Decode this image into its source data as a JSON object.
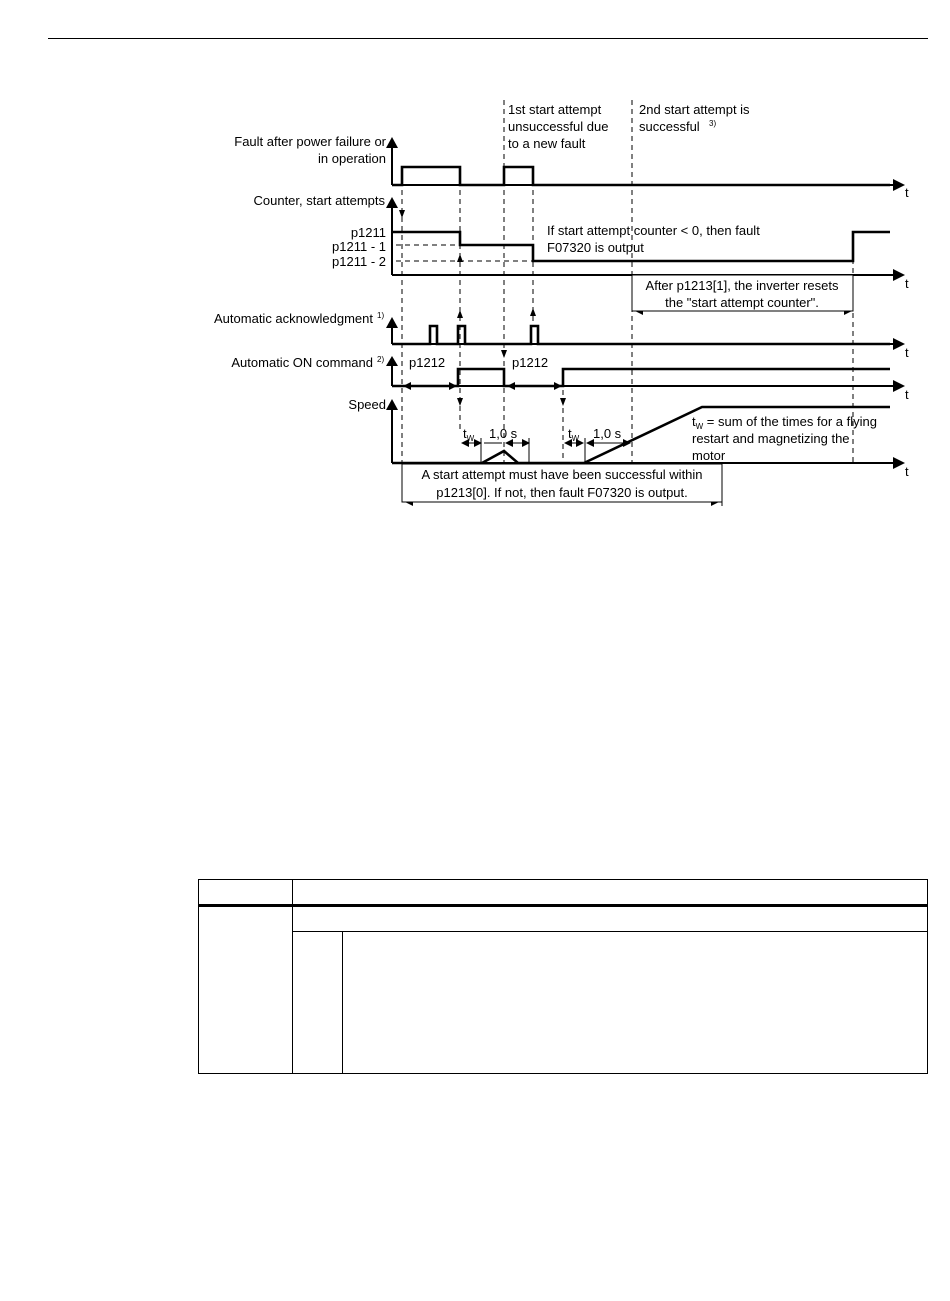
{
  "diagram": {
    "labels": {
      "fault_line1": "Fault after power failure or",
      "fault_line2": "in operation",
      "counter": "Counter, start attempts",
      "p1211": "p1211",
      "p1211_1": "p1211 - 1",
      "p1211_2": "p1211 - 2",
      "auto_ack": "Automatic acknowledgment",
      "auto_ack_note": "1)",
      "auto_on": "Automatic ON command",
      "auto_on_note": "2)",
      "speed": "Speed",
      "axis_t": "t"
    },
    "annotations": {
      "attempt1_line1": "1st start attempt",
      "attempt1_line2": "unsuccessful due",
      "attempt1_line3": "to a new fault",
      "attempt2_line1": "2nd start attempt is",
      "attempt2_line2": "successful",
      "attempt2_note": "3)",
      "counter_fault_line1": "If start attempt counter < 0, then fault",
      "counter_fault_line2": "F07320 is output",
      "reset_line1": "After p1213[1], the inverter resets",
      "reset_line2": "the \"start attempt counter\".",
      "p1212_a": "p1212",
      "p1212_b": "p1212",
      "tw_a": "t",
      "tw_a_sub": "W",
      "tw_b": "t",
      "tw_b_sub": "W",
      "one_sec_a": "1,0 s",
      "one_sec_b": "1,0 s",
      "tw_def_t": "t",
      "tw_def_sub": "W",
      "tw_def_line1": " = sum of the times for a flying",
      "tw_def_line2": "restart and magnetizing the",
      "tw_def_line3": "motor",
      "success_line1": "A start attempt must have been successful within",
      "success_line2": "p1213[0]. If not, then fault F07320 is output."
    }
  }
}
